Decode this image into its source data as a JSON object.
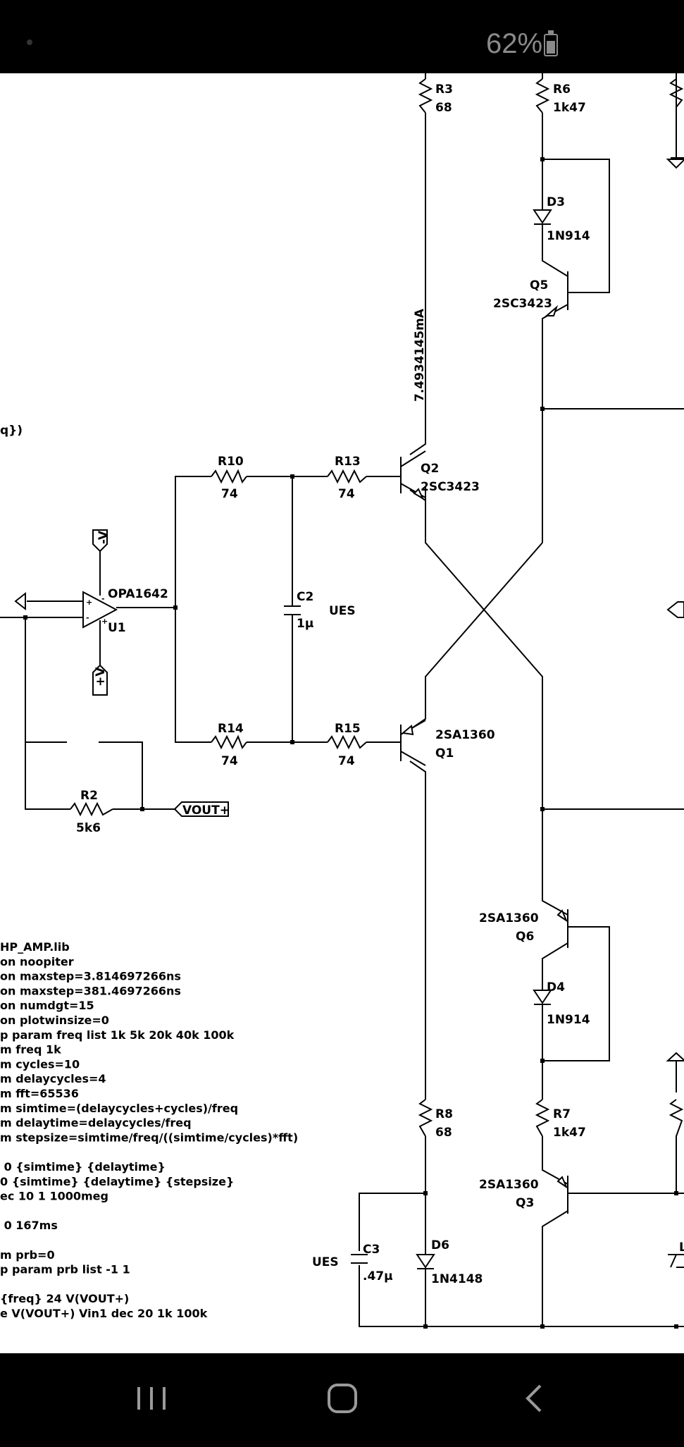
{
  "status_bar": {
    "battery": "62%"
  },
  "schematic": {
    "resistors": [
      {
        "id": "r3",
        "ref": "R3",
        "value": "68"
      },
      {
        "id": "r6",
        "ref": "R6",
        "value": "1k47"
      },
      {
        "id": "r10",
        "ref": "R10",
        "value": "74"
      },
      {
        "id": "r13",
        "ref": "R13",
        "value": "74"
      },
      {
        "id": "r14",
        "ref": "R14",
        "value": "74"
      },
      {
        "id": "r15",
        "ref": "R15",
        "value": "74"
      },
      {
        "id": "r2",
        "ref": "R2",
        "value": "5k6"
      },
      {
        "id": "r8",
        "ref": "R8",
        "value": "68"
      },
      {
        "id": "r7",
        "ref": "R7",
        "value": "1k47"
      }
    ],
    "diodes": [
      {
        "id": "d3",
        "ref": "D3",
        "value": "1N914"
      },
      {
        "id": "d4",
        "ref": "D4",
        "value": "1N914"
      },
      {
        "id": "d6",
        "ref": "D6",
        "value": "1N4148"
      }
    ],
    "transistors": [
      {
        "id": "q5",
        "ref": "Q5",
        "value": "2SC3423"
      },
      {
        "id": "q2",
        "ref": "Q2",
        "value": "2SC3423"
      },
      {
        "id": "q1",
        "ref": "Q1",
        "value": "2SA1360"
      },
      {
        "id": "q6",
        "ref": "Q6",
        "value": "2SA1360"
      },
      {
        "id": "q3",
        "ref": "Q3",
        "value": "2SA1360"
      }
    ],
    "capacitors": [
      {
        "id": "c2",
        "ref": "C2",
        "value": "1µ",
        "note": "UES"
      },
      {
        "id": "c3",
        "ref": "C3",
        "value": ".47µ",
        "note": "UES"
      }
    ],
    "opamp": {
      "ref": "U1",
      "value": "OPA1642"
    },
    "ports": {
      "neg": "-V",
      "pos": "+V",
      "vout": "VOUT+"
    },
    "current_annotation": "7.4934145mA",
    "partial_text": "q})",
    "netlist": [
      "HP_AMP.lib",
      "on noopiter",
      "on maxstep=3.814697266ns",
      "on maxstep=381.4697266ns",
      "on numdgt=15",
      "on plotwinsize=0",
      "p param freq list 1k 5k 20k 40k 100k",
      "m freq 1k",
      "m cycles=10",
      "m delaycycles=4",
      "m fft=65536",
      "m simtime=(delaycycles+cycles)/freq",
      "m delaytime=delaycycles/freq",
      "m stepsize=simtime/freq/((simtime/cycles)*fft)",
      "",
      " 0 {simtime} {delaytime}",
      "0 {simtime} {delaytime} {stepsize}",
      "ec 10 1 1000meg",
      "",
      " 0 167ms",
      "",
      "m prb=0",
      "p param prb list -1 1",
      "",
      "{freq} 24 V(VOUT+)",
      "e V(VOUT+) Vin1 dec 20 1k 100k"
    ]
  },
  "nav_bar": {
    "recents": "recents",
    "home": "home",
    "back": "back"
  }
}
